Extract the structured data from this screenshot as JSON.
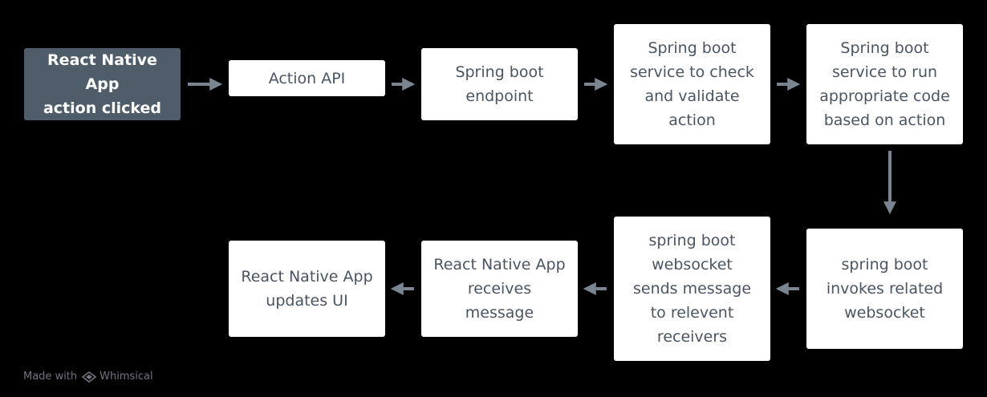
{
  "nodes": {
    "react_action": "React Native App\naction clicked",
    "action_api": "Action API",
    "spring_endpoint": "Spring boot\nendpoint",
    "check_validate": "Spring boot\nservice to check\nand validate\naction",
    "run_code": "Spring boot\nservice to run\nappropriate code\nbased on action",
    "invoke_ws": "spring boot\ninvokes related\nwebsocket",
    "ws_send": "spring boot\nwebsocket\nsends message\nto relevent\nreceivers",
    "app_receives": "React Native App\nreceives\nmessage",
    "app_updates": "React Native App\nupdates UI"
  },
  "footer": {
    "made_with": "Made with",
    "brand": "Whimsical"
  },
  "colors": {
    "background": "#000000",
    "node_fill": "#ffffff",
    "start_fill": "#4f5d6b",
    "text": "#4a5563",
    "arrow": "#7a8591"
  }
}
